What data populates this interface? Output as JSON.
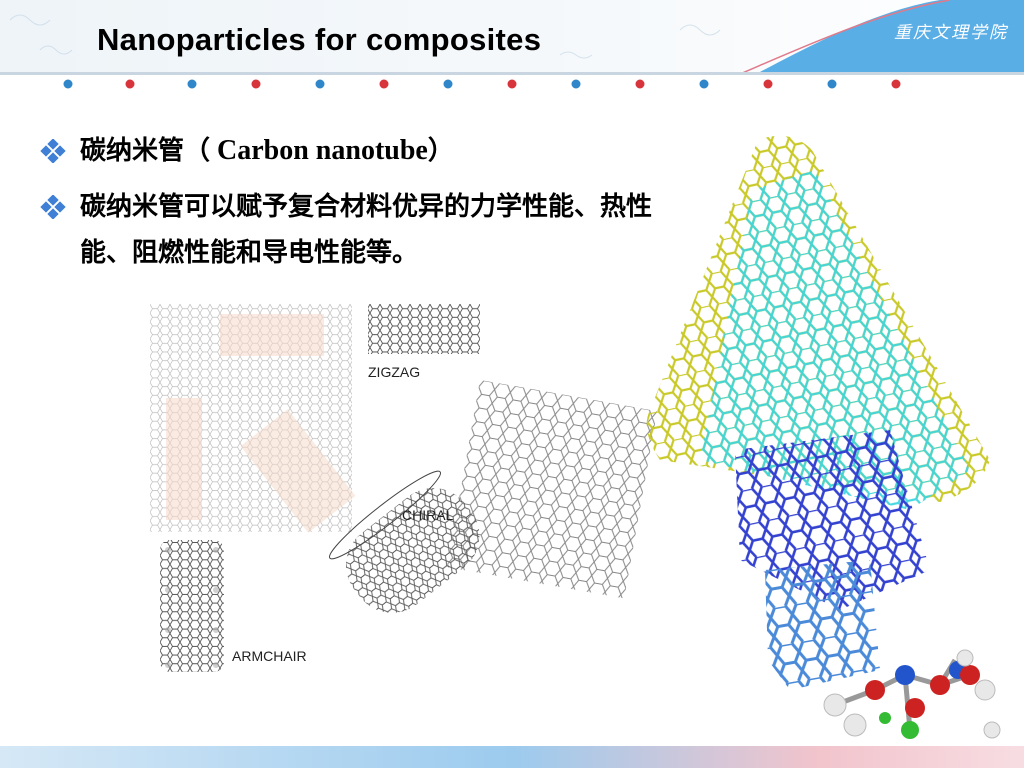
{
  "slide": {
    "title": "Nanoparticles for composites",
    "school": "重庆文理学院"
  },
  "bullets": [
    {
      "prefix": "碳纳米管（",
      "english": " Carbon nanotube",
      "suffix": "）"
    },
    {
      "text": "碳纳米管可以赋予复合材料优异的力学性能、热性能、阻燃性能和导电性能等。"
    }
  ],
  "figure": {
    "captions": {
      "zigzag": "ZIGZAG",
      "chiral": "CHIRAL",
      "armchair": "ARMCHAIR"
    }
  },
  "colors": {
    "header_blue": "#5aaee6",
    "dot_blue": "#2f86c9",
    "dot_red": "#d8343c",
    "bullet_blue": "#3f7fd6",
    "tube_yellow": "#d8d83a",
    "tube_cyan": "#4fe3e3",
    "tube_blue": "#3a4ad8"
  }
}
